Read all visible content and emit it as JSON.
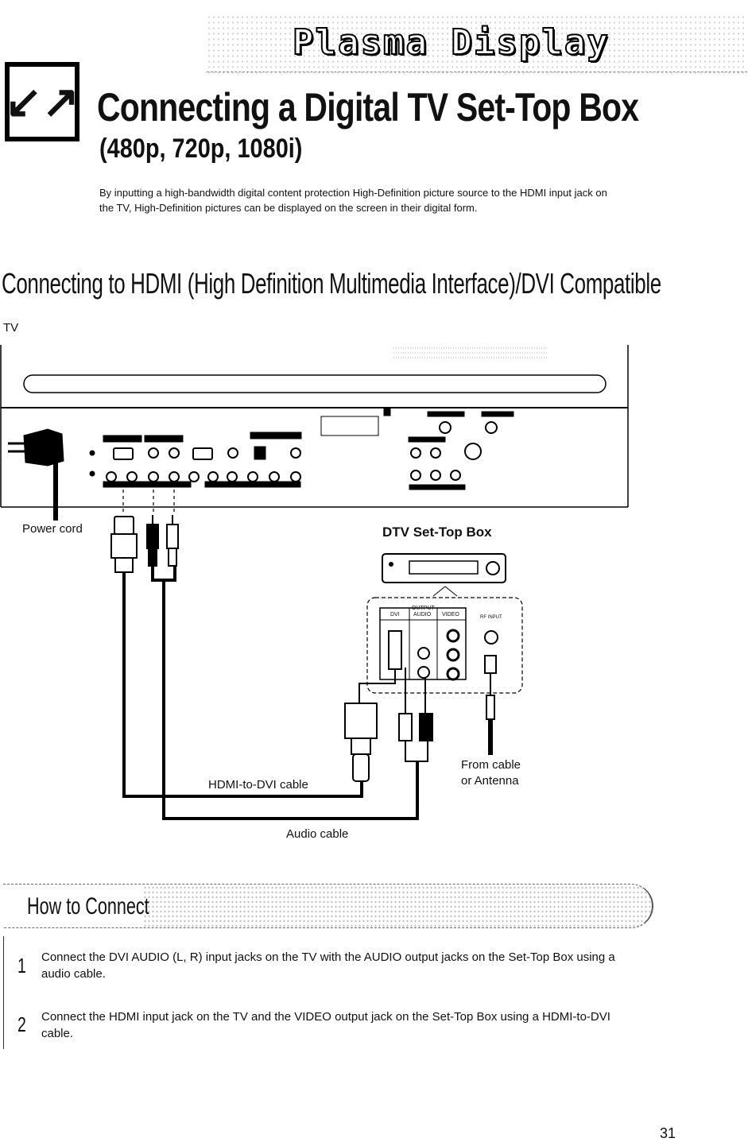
{
  "header": {
    "brand": "Plasma Display",
    "logo_glyph": "↙↗"
  },
  "title": "Connecting a Digital TV Set-Top Box",
  "subtitle": "(480p, 720p, 1080i)",
  "intro": "By inputting a high-bandwidth digital content protection High-Definition picture source to the HDMI input jack on the TV, High-Definition pictures can be displayed on the screen in their digital form.",
  "section": {
    "heading": "Connecting to HDMI (High Definition Multimedia Interface)/DVI Compatible",
    "tv_label": "TV"
  },
  "diagram": {
    "power_cord": "Power cord",
    "stb_title": "DTV Set-Top Box",
    "output_label": "OUTPUT",
    "dvi": "DVI",
    "audio": "AUDIO",
    "video": "VIDEO",
    "rf_input": "RF INPUT",
    "hdmi_dvi_cable": "HDMI-to-DVI cable",
    "from_cable_line1": "From cable",
    "from_cable_line2": "or Antenna",
    "audio_cable": "Audio cable"
  },
  "how_to": {
    "title": "How to Connect",
    "steps": [
      {
        "num": "1",
        "text": "Connect the DVI AUDIO (L, R) input jacks on the TV with the AUDIO output jacks on the Set-Top Box using a audio cable."
      },
      {
        "num": "2",
        "text": "Connect the HDMI input jack on the TV and the VIDEO output jack on the Set-Top Box using a HDMI-to-DVI cable."
      }
    ]
  },
  "page_number": "31"
}
